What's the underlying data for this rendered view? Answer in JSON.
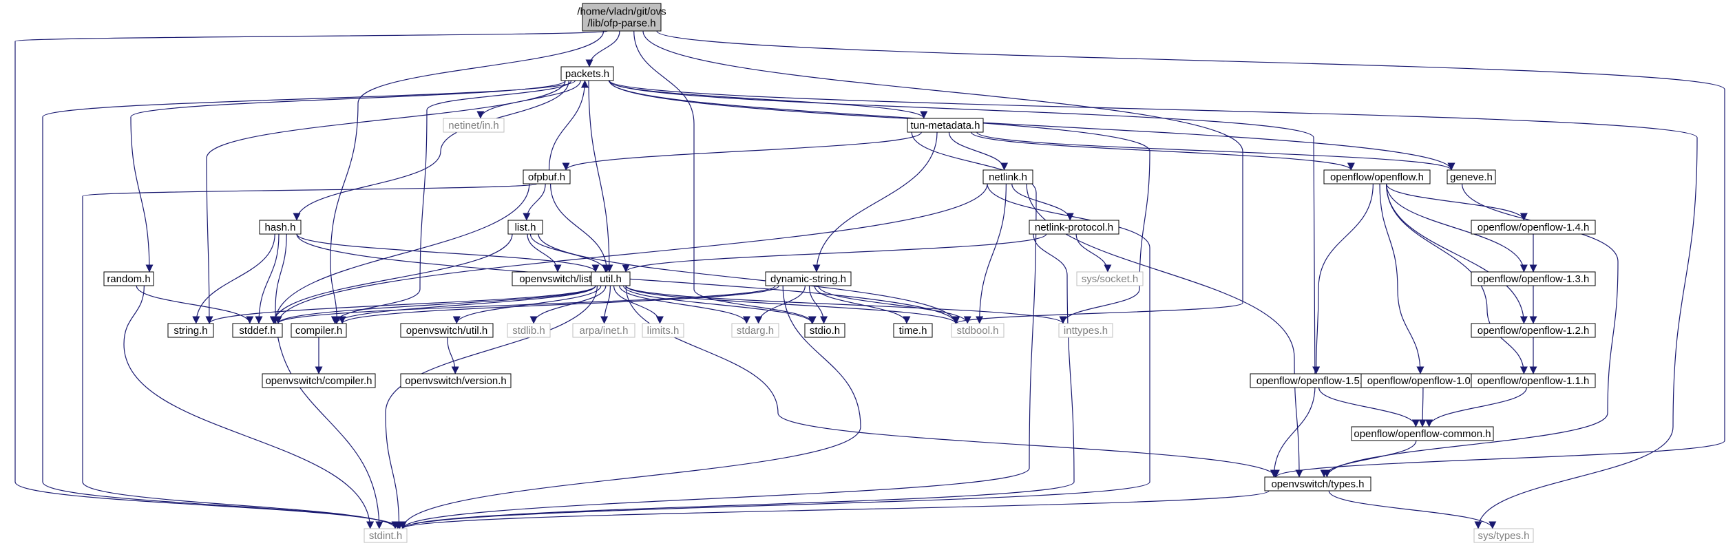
{
  "colors": {
    "edge": "#191970",
    "box_border": "#000000",
    "box_border_external": "#bfbfbf",
    "box_fill": "#ffffff",
    "root_fill": "#bfbfbf",
    "text": "#000000",
    "text_external": "#808080"
  },
  "nodes": [
    {
      "id": "ofp_parse",
      "lines": [
        "/home/vladn/git/ovs",
        "/lib/ofp-parse.h"
      ],
      "kind": "root"
    },
    {
      "id": "packets",
      "lines": [
        "packets.h"
      ],
      "kind": "local"
    },
    {
      "id": "netinet_in",
      "lines": [
        "netinet/in.h"
      ],
      "kind": "external"
    },
    {
      "id": "tun_metadata",
      "lines": [
        "tun-metadata.h"
      ],
      "kind": "local"
    },
    {
      "id": "ofpbuf",
      "lines": [
        "ofpbuf.h"
      ],
      "kind": "local"
    },
    {
      "id": "netlink",
      "lines": [
        "netlink.h"
      ],
      "kind": "local"
    },
    {
      "id": "openflow",
      "lines": [
        "openflow/openflow.h"
      ],
      "kind": "local"
    },
    {
      "id": "geneve",
      "lines": [
        "geneve.h"
      ],
      "kind": "local"
    },
    {
      "id": "hash",
      "lines": [
        "hash.h"
      ],
      "kind": "local"
    },
    {
      "id": "list",
      "lines": [
        "list.h"
      ],
      "kind": "local"
    },
    {
      "id": "netlink_protocol",
      "lines": [
        "netlink-protocol.h"
      ],
      "kind": "local"
    },
    {
      "id": "of14",
      "lines": [
        "openflow/openflow-1.4.h"
      ],
      "kind": "local"
    },
    {
      "id": "random",
      "lines": [
        "random.h"
      ],
      "kind": "local"
    },
    {
      "id": "ovs_list",
      "lines": [
        "openvswitch/list.h"
      ],
      "kind": "local"
    },
    {
      "id": "util",
      "lines": [
        "util.h"
      ],
      "kind": "local"
    },
    {
      "id": "dynamic_string",
      "lines": [
        "dynamic-string.h"
      ],
      "kind": "local"
    },
    {
      "id": "sys_socket",
      "lines": [
        "sys/socket.h"
      ],
      "kind": "external"
    },
    {
      "id": "of13",
      "lines": [
        "openflow/openflow-1.3.h"
      ],
      "kind": "local"
    },
    {
      "id": "string",
      "lines": [
        "string.h"
      ],
      "kind": "local"
    },
    {
      "id": "stddef",
      "lines": [
        "stddef.h"
      ],
      "kind": "local"
    },
    {
      "id": "compiler",
      "lines": [
        "compiler.h"
      ],
      "kind": "local"
    },
    {
      "id": "ovs_util",
      "lines": [
        "openvswitch/util.h"
      ],
      "kind": "local"
    },
    {
      "id": "stdlib",
      "lines": [
        "stdlib.h"
      ],
      "kind": "external"
    },
    {
      "id": "arpa_inet",
      "lines": [
        "arpa/inet.h"
      ],
      "kind": "external"
    },
    {
      "id": "limits",
      "lines": [
        "limits.h"
      ],
      "kind": "external"
    },
    {
      "id": "stdarg",
      "lines": [
        "stdarg.h"
      ],
      "kind": "external"
    },
    {
      "id": "stdio",
      "lines": [
        "stdio.h"
      ],
      "kind": "local"
    },
    {
      "id": "time",
      "lines": [
        "time.h"
      ],
      "kind": "local"
    },
    {
      "id": "stdbool",
      "lines": [
        "stdbool.h"
      ],
      "kind": "external"
    },
    {
      "id": "inttypes",
      "lines": [
        "inttypes.h"
      ],
      "kind": "external"
    },
    {
      "id": "of12",
      "lines": [
        "openflow/openflow-1.2.h"
      ],
      "kind": "local"
    },
    {
      "id": "ovs_compiler",
      "lines": [
        "openvswitch/compiler.h"
      ],
      "kind": "local"
    },
    {
      "id": "ovs_version",
      "lines": [
        "openvswitch/version.h"
      ],
      "kind": "local"
    },
    {
      "id": "of15",
      "lines": [
        "openflow/openflow-1.5.h"
      ],
      "kind": "local"
    },
    {
      "id": "of10",
      "lines": [
        "openflow/openflow-1.0.h"
      ],
      "kind": "local"
    },
    {
      "id": "of11",
      "lines": [
        "openflow/openflow-1.1.h"
      ],
      "kind": "local"
    },
    {
      "id": "of_common",
      "lines": [
        "openflow/openflow-common.h"
      ],
      "kind": "local"
    },
    {
      "id": "ovs_types",
      "lines": [
        "openvswitch/types.h"
      ],
      "kind": "local"
    },
    {
      "id": "stdint",
      "lines": [
        "stdint.h"
      ],
      "kind": "external"
    },
    {
      "id": "sys_types",
      "lines": [
        "sys/types.h"
      ],
      "kind": "external"
    }
  ],
  "edges": [
    [
      "ofp_parse",
      "packets"
    ],
    [
      "ofp_parse",
      "compiler"
    ],
    [
      "ofp_parse",
      "stdint"
    ],
    [
      "ofp_parse",
      "stdio"
    ],
    [
      "ofp_parse",
      "stdbool"
    ],
    [
      "ofp_parse",
      "ovs_types"
    ],
    [
      "packets",
      "netinet_in"
    ],
    [
      "packets",
      "tun_metadata"
    ],
    [
      "packets",
      "geneve"
    ],
    [
      "packets",
      "hash"
    ],
    [
      "packets",
      "random"
    ],
    [
      "packets",
      "util"
    ],
    [
      "packets",
      "string"
    ],
    [
      "packets",
      "compiler"
    ],
    [
      "packets",
      "stdint"
    ],
    [
      "packets",
      "inttypes"
    ],
    [
      "packets",
      "ovs_types"
    ],
    [
      "packets",
      "sys_types"
    ],
    [
      "ofpbuf",
      "packets"
    ],
    [
      "tun_metadata",
      "ofpbuf"
    ],
    [
      "tun_metadata",
      "netlink"
    ],
    [
      "tun_metadata",
      "openflow"
    ],
    [
      "tun_metadata",
      "geneve"
    ],
    [
      "tun_metadata",
      "dynamic_string"
    ],
    [
      "tun_metadata",
      "stdint"
    ],
    [
      "ofpbuf",
      "list"
    ],
    [
      "ofpbuf",
      "util"
    ],
    [
      "ofpbuf",
      "stddef"
    ],
    [
      "ofpbuf",
      "stdint"
    ],
    [
      "netlink",
      "netlink_protocol"
    ],
    [
      "netlink",
      "stddef"
    ],
    [
      "netlink",
      "stdbool"
    ],
    [
      "netlink",
      "stdint"
    ],
    [
      "netlink",
      "ovs_types"
    ],
    [
      "netlink_protocol",
      "util"
    ],
    [
      "netlink_protocol",
      "sys_socket"
    ],
    [
      "netlink_protocol",
      "stdint"
    ],
    [
      "openflow",
      "of14"
    ],
    [
      "openflow",
      "of13"
    ],
    [
      "openflow",
      "of12"
    ],
    [
      "openflow",
      "of11"
    ],
    [
      "openflow",
      "of15"
    ],
    [
      "openflow",
      "of10"
    ],
    [
      "of14",
      "of13"
    ],
    [
      "of13",
      "of12"
    ],
    [
      "of12",
      "of11"
    ],
    [
      "of15",
      "of_common"
    ],
    [
      "of10",
      "of_common"
    ],
    [
      "of11",
      "of_common"
    ],
    [
      "of_common",
      "ovs_types"
    ],
    [
      "geneve",
      "ovs_types"
    ],
    [
      "hash",
      "util"
    ],
    [
      "hash",
      "stdbool"
    ],
    [
      "hash",
      "stddef"
    ],
    [
      "hash",
      "string"
    ],
    [
      "hash",
      "stdint"
    ],
    [
      "list",
      "ovs_list"
    ],
    [
      "list",
      "util"
    ],
    [
      "list",
      "stddef"
    ],
    [
      "list",
      "stdbool"
    ],
    [
      "random",
      "stddef"
    ],
    [
      "random",
      "stdint"
    ],
    [
      "util",
      "string"
    ],
    [
      "util",
      "stddef"
    ],
    [
      "util",
      "compiler"
    ],
    [
      "util",
      "ovs_util"
    ],
    [
      "util",
      "stdlib"
    ],
    [
      "util",
      "arpa_inet"
    ],
    [
      "util",
      "limits"
    ],
    [
      "util",
      "stdarg"
    ],
    [
      "util",
      "stdio"
    ],
    [
      "util",
      "stdbool"
    ],
    [
      "util",
      "inttypes"
    ],
    [
      "util",
      "stdint"
    ],
    [
      "util",
      "ovs_types"
    ],
    [
      "dynamic_string",
      "compiler"
    ],
    [
      "dynamic_string",
      "stdarg"
    ],
    [
      "dynamic_string",
      "stdio"
    ],
    [
      "dynamic_string",
      "time"
    ],
    [
      "dynamic_string",
      "stdbool"
    ],
    [
      "dynamic_string",
      "stddef"
    ],
    [
      "dynamic_string",
      "stdint"
    ],
    [
      "compiler",
      "ovs_compiler"
    ],
    [
      "ovs_util",
      "ovs_version"
    ],
    [
      "ovs_types",
      "stdint"
    ],
    [
      "ovs_types",
      "sys_types"
    ]
  ]
}
